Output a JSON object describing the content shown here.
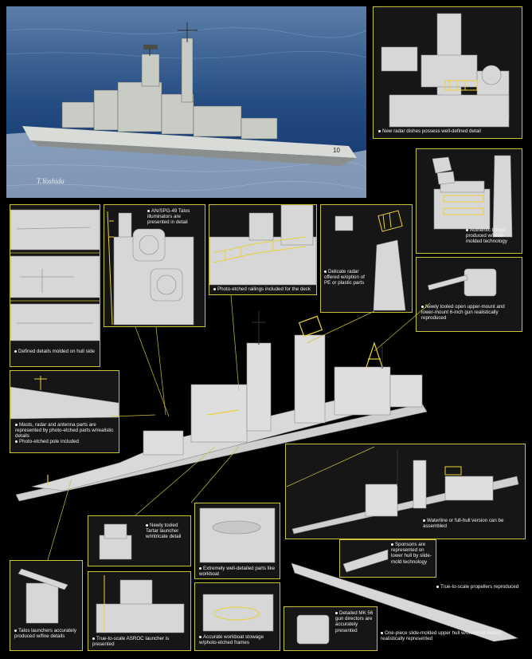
{
  "hero": {
    "signature": "T.Yoshida",
    "hull_number": "10"
  },
  "captions": {
    "radar_dishes": "New radar dishes possess well-defined detail",
    "bridge": "Authentic bridge produced w/slide-molded technology",
    "talos_illuminators": "AN/SPG-49 Talos illuminators are presented in detail",
    "railings": "Photo-etched railings included for the deck",
    "delicate_radar": "Delicate radar offered w/option of PE or plastic parts",
    "gun": "Newly tooled open upper-mount and lower-mount 6-inch gun realistically reproduced",
    "hull_side": "Defined details molded on hull side",
    "masts": "Masts, radar and antenna parts are represented by photo-etched parts w/realistic details",
    "pole": "Photo-etched pole included",
    "tartar": "Newly tooled Tartar launcher w/intricate detail",
    "workboat_parts": "Extremely well-detailed parts like workboat",
    "waterline": "Waterline or full-hull version can be assembled",
    "sponsons": "Sponsons are represented on lower hull by slide-mold technology",
    "propellers": "True-to-scale propellers reproduced",
    "talos_launchers": "Talos launchers accurately produced w/fine details",
    "asroc": "True-to-scale ASROC launcher is presented",
    "workboat_stowage": "Accurate workboat stowage w/photo-etched frames",
    "mk56": "Detailed MK 56 gun directors are accurately presented",
    "upper_hull": "One-piece slide-molded upper hull w/undercut details realistically represented"
  },
  "colors": {
    "panel_border": "#c9c23a",
    "model_grey": "#d6d6d6",
    "pe_yellow": "#e8d23a"
  }
}
